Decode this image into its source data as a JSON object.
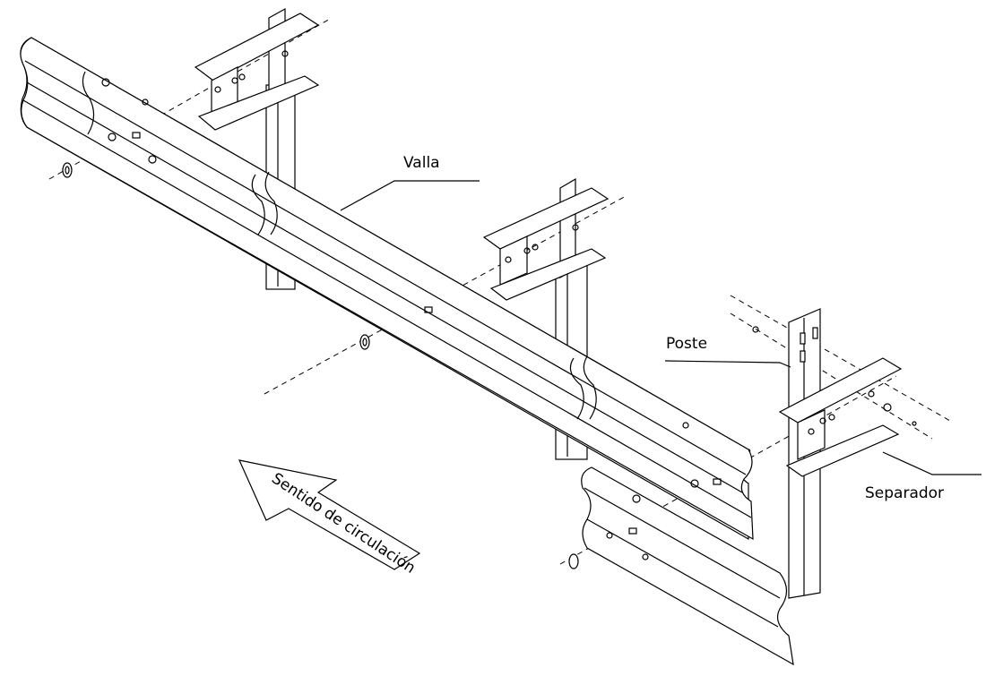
{
  "labels": {
    "valla": "Valla",
    "poste": "Poste",
    "separador": "Separador",
    "direction": "Sentido de circulación"
  },
  "colors": {
    "line": "#000000",
    "background": "#ffffff"
  }
}
